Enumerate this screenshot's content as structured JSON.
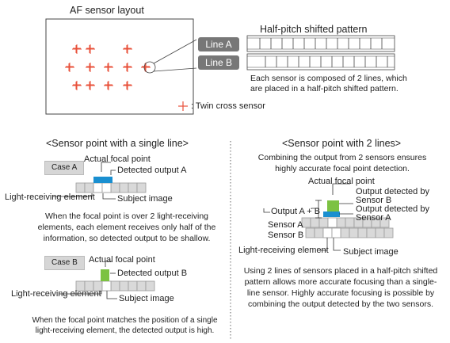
{
  "top": {
    "title": "AF sensor layout",
    "pattern_title": "Half-pitch shifted pattern",
    "line_a": "Line A",
    "line_b": "Line B",
    "pattern_desc_1": "Each sensor is composed of 2 lines, which",
    "pattern_desc_2": "are placed in a half-pitch shifted pattern.",
    "legend_text": ": Twin cross sensor",
    "accent_color": "#e8503a"
  },
  "left": {
    "heading": "<Sensor point with a single line>",
    "case_a": {
      "badge": "Case A",
      "actual_focal": "Actual focal point",
      "detected": "Detected output A",
      "light_elem": "Light-receiving element",
      "subject": "Subject image",
      "desc_1": "When the focal point is over 2 light-receiving",
      "desc_2": "elements, each element receives only half of the",
      "desc_3": "information, so detected output to be shallow."
    },
    "case_b": {
      "badge": "Case B",
      "actual_focal": "Actual focal point",
      "detected": "Detected output B",
      "light_elem": "Light-receiving element",
      "subject": "Subject image",
      "desc_1": "When the focal point matches the position of a single",
      "desc_2": "light-receiving element, the detected output is high."
    }
  },
  "right": {
    "heading": "<Sensor point with 2 lines>",
    "intro_1": "Combining the output from 2 sensors ensures",
    "intro_2": "highly accurate focal point detection.",
    "actual_focal": "Actual focal point",
    "out_b_1": "Output detected by",
    "out_b_2": "Sensor B",
    "out_a_1": "Output detected by",
    "out_a_2": "Sensor A",
    "sum": "Output A + B",
    "sensor_a": "Sensor A",
    "sensor_b": "Sensor B",
    "light_elem": "Light-receiving element",
    "subject": "Subject image",
    "desc_1": "Using 2 lines of sensors placed in a half-pitch shifted",
    "desc_2": "pattern allows more accurate focusing than a single-",
    "desc_3": "line sensor. Highly accurate focusing is possible by",
    "desc_4": "combining the output detected by the two sensors."
  },
  "colors": {
    "cell_fill": "#d9d9d9",
    "cell_stroke": "#9a9a9a",
    "blue": "#1a8fd0",
    "green": "#7cc242"
  }
}
